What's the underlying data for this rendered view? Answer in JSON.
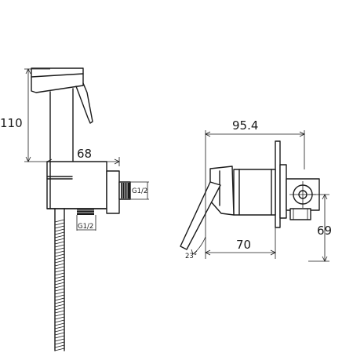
{
  "dimensions": {
    "height_total": "110",
    "width_left": "68",
    "thread_side": "G1/2",
    "thread_bottom": "G1/2",
    "width_right": "95.4",
    "depth_right": "70",
    "height_right": "69",
    "angle": "23°"
  }
}
